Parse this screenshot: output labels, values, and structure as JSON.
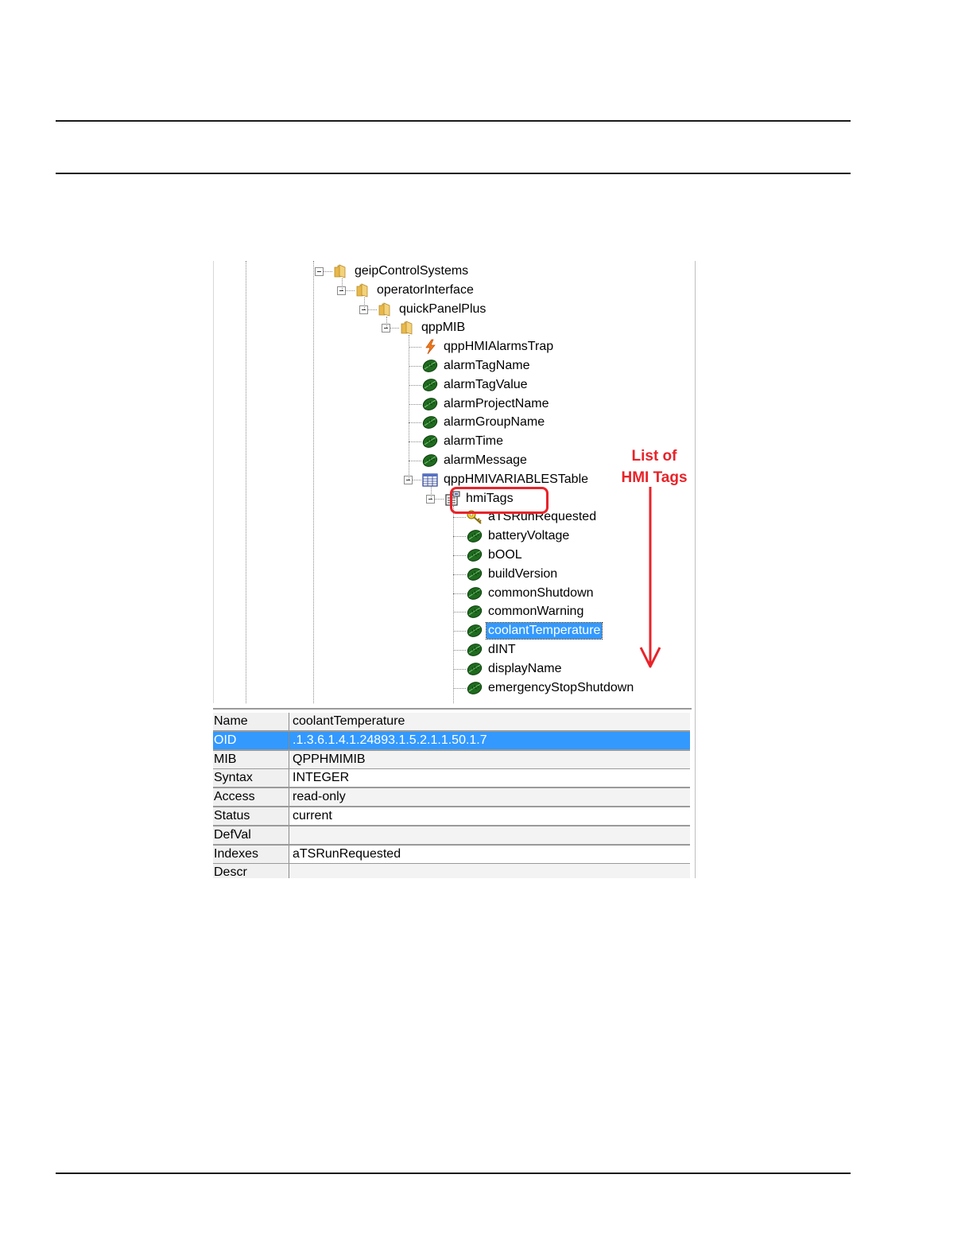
{
  "tree": {
    "nodes": [
      {
        "label": "geipControlSystems",
        "icon": "folder-icon",
        "level": 0,
        "expanded": true
      },
      {
        "label": "operatorInterface",
        "icon": "folder-icon",
        "level": 1,
        "expanded": true
      },
      {
        "label": "quickPanelPlus",
        "icon": "folder-icon",
        "level": 2,
        "expanded": true
      },
      {
        "label": "qppMIB",
        "icon": "folder-icon",
        "level": 3,
        "expanded": true
      },
      {
        "label": "qppHMIAlarmsTrap",
        "icon": "trap-lightning-icon",
        "level": 4
      },
      {
        "label": "alarmTagName",
        "icon": "leaf-icon",
        "level": 4
      },
      {
        "label": "alarmTagValue",
        "icon": "leaf-icon",
        "level": 4
      },
      {
        "label": "alarmProjectName",
        "icon": "leaf-icon",
        "level": 4
      },
      {
        "label": "alarmGroupName",
        "icon": "leaf-icon",
        "level": 4
      },
      {
        "label": "alarmTime",
        "icon": "leaf-icon",
        "level": 4
      },
      {
        "label": "alarmMessage",
        "icon": "leaf-icon",
        "level": 4
      },
      {
        "label": "qppHMIVARIABLESTable",
        "icon": "table-icon",
        "level": 4,
        "expanded": true
      },
      {
        "label": "hmiTags",
        "icon": "table-entry-icon",
        "level": 5,
        "expanded": true
      },
      {
        "label": "aTSRunRequested",
        "icon": "key-icon",
        "level": 6
      },
      {
        "label": "batteryVoltage",
        "icon": "leaf-icon",
        "level": 6
      },
      {
        "label": "bOOL",
        "icon": "leaf-icon",
        "level": 6
      },
      {
        "label": "buildVersion",
        "icon": "leaf-icon",
        "level": 6
      },
      {
        "label": "commonShutdown",
        "icon": "leaf-icon",
        "level": 6
      },
      {
        "label": "commonWarning",
        "icon": "leaf-icon",
        "level": 6
      },
      {
        "label": "coolantTemperature",
        "icon": "leaf-icon",
        "level": 6,
        "selected": true
      },
      {
        "label": "dINT",
        "icon": "leaf-icon",
        "level": 6
      },
      {
        "label": "displayName",
        "icon": "leaf-icon",
        "level": 6
      },
      {
        "label": "emergencyStopShutdown",
        "icon": "leaf-icon",
        "level": 6
      }
    ]
  },
  "annotation": {
    "line1": "List of",
    "line2": "HMI Tags",
    "color": "#e8232a"
  },
  "properties": [
    {
      "key": "Name",
      "value": "coolantTemperature"
    },
    {
      "key": "OID",
      "value": ".1.3.6.1.4.1.24893.1.5.2.1.1.50.1.7",
      "selected": true
    },
    {
      "key": "MIB",
      "value": "QPPHMIMIB"
    },
    {
      "key": "Syntax",
      "value": "INTEGER"
    },
    {
      "key": "Access",
      "value": "read-only"
    },
    {
      "key": "Status",
      "value": "current"
    },
    {
      "key": "DefVal",
      "value": ""
    },
    {
      "key": "Indexes",
      "value": "aTSRunRequested"
    },
    {
      "key": "Descr",
      "value": ""
    }
  ],
  "colors": {
    "selection": "#3399ff",
    "folder": "#e8b84a",
    "leaf": "#1f6b1f"
  }
}
